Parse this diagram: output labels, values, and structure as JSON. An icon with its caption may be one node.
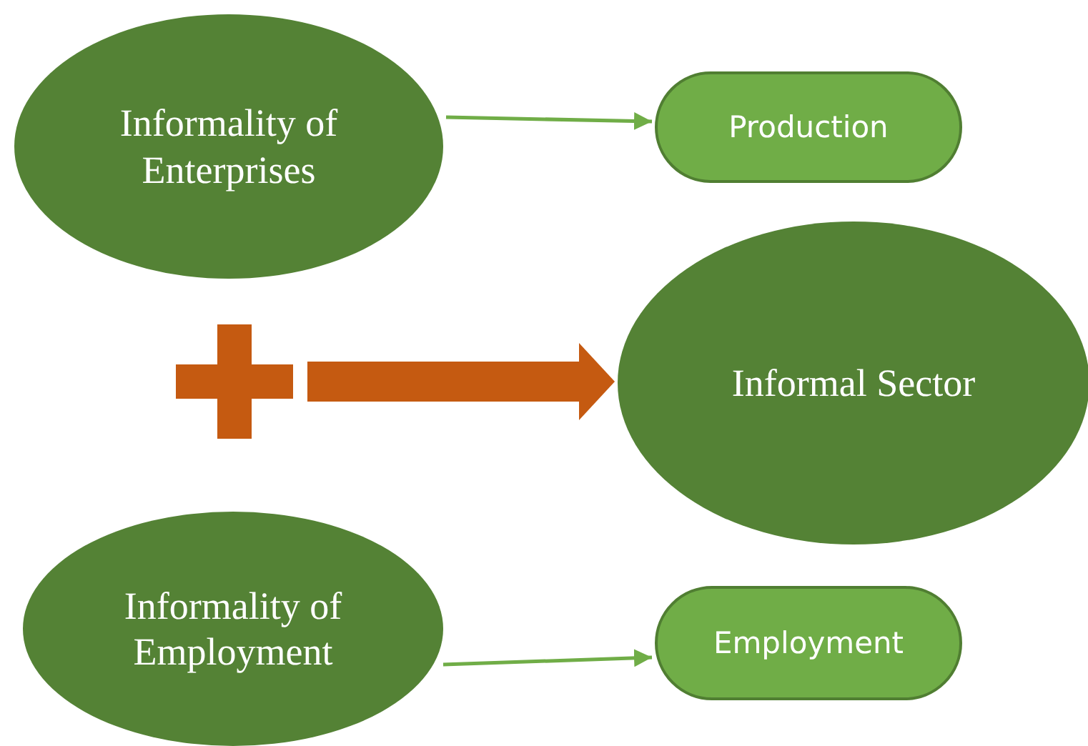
{
  "diagram": {
    "nodes": [
      {
        "text": [
          "Informality of Enterprises"
        ]
      },
      {
        "text": [
          "Production"
        ]
      },
      {
        "text": [],
        "shape": "plus"
      },
      {
        "text": [
          "Informal Sector"
        ]
      },
      {
        "text": [
          "Informality of Employment"
        ]
      },
      {
        "text": [
          "Employment"
        ]
      }
    ],
    "edges": [
      {
        "from": 0,
        "to": 1,
        "arrow": "to"
      },
      {
        "from": 2,
        "to": 3,
        "arrow": "to",
        "style": "thick",
        "color": "#c55a11"
      },
      {
        "from": 4,
        "to": 5,
        "arrow": "to"
      }
    ]
  }
}
